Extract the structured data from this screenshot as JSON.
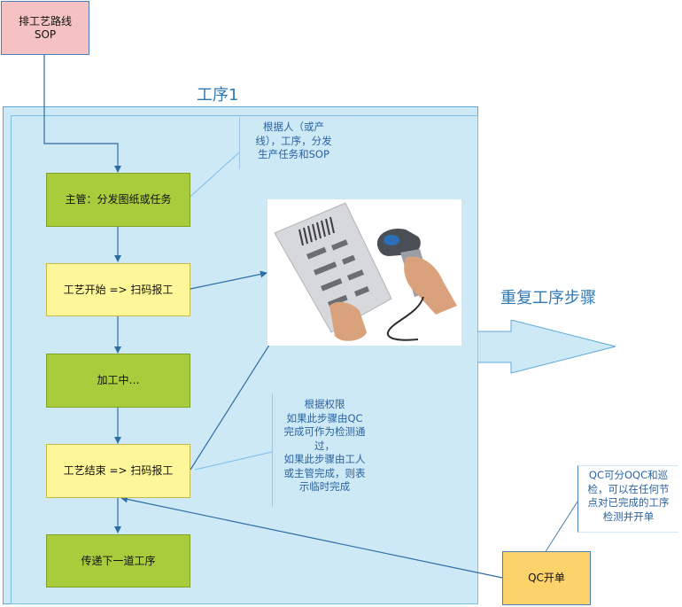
{
  "sop_box": {
    "line1": "排工艺路线",
    "line2": "SOP"
  },
  "panel_title": "工序1",
  "steps": [
    {
      "label": "主管：分发图纸或任务"
    },
    {
      "label": "工艺开始 => 扫码报工"
    },
    {
      "label": "加工中…"
    },
    {
      "label": "工艺结束 => 扫码报工"
    },
    {
      "label": "传递下一道工序"
    }
  ],
  "note_top": {
    "lines": [
      "根据人（或产",
      "线），工序，分发",
      "生产任务和SOP"
    ]
  },
  "note_mid": {
    "lines": [
      "根据权限",
      "如果此步骤由QC",
      "完成可作为检测通",
      "过，",
      "如果此步骤由工人",
      "或主管完成，则表",
      "示临时完成"
    ]
  },
  "note_qc": {
    "lines": [
      "QC可分OQC和巡",
      "检，可以在任何节",
      "点对已完成的工序",
      "检测并开单"
    ]
  },
  "qc_box": {
    "label": "QC开单"
  },
  "repeat_label": "重复工序步骤",
  "colors": {
    "step_green": "#a8cc3c",
    "step_yellow": "#fdf79a",
    "sop_pink": "#f4c2c2",
    "qc_orange": "#fcd26a",
    "panel_blue": "#cde9f6",
    "arrow_blue": "#2e6da4",
    "note_blue": "#2c63a0"
  },
  "photo": {
    "icon": "barcode-scanner-icon"
  }
}
